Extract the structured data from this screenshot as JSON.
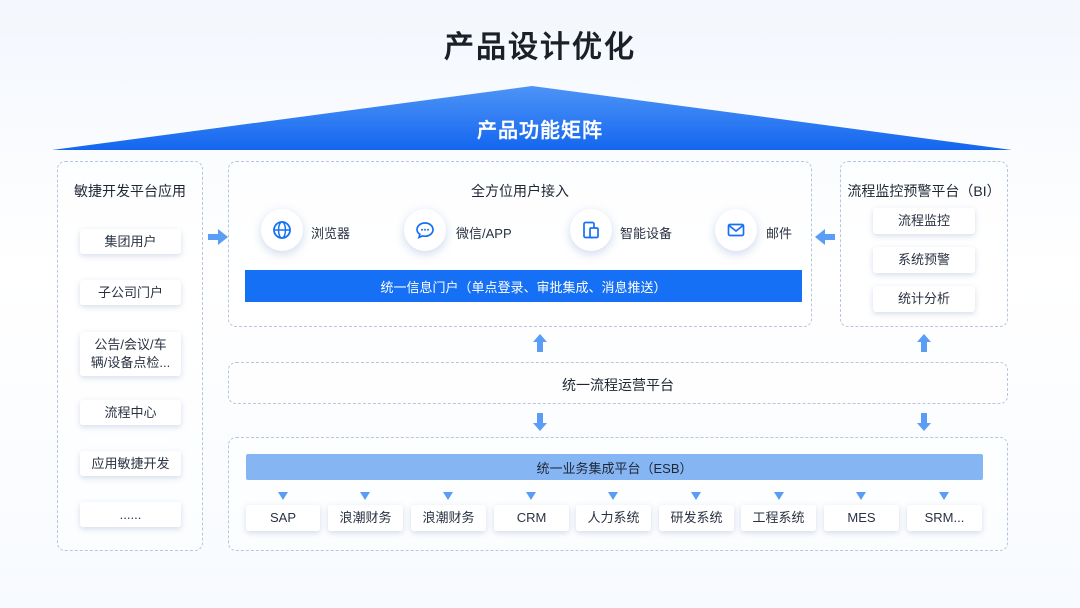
{
  "title": "产品设计优化",
  "roof_label": "产品功能矩阵",
  "colors": {
    "primary": "#1670f5",
    "esb": "#86b5f4",
    "arrow": "#5b9cf5",
    "roof": "#1a72f0"
  },
  "left_panel": {
    "title": "敏捷开发平台应用",
    "items": [
      "集团用户",
      "子公司门户",
      "公告/会议/车\n辆/设备点检...",
      "流程中心",
      "应用敏捷开发",
      "......"
    ]
  },
  "access": {
    "title": "全方位用户接入",
    "channels": [
      {
        "icon": "globe-icon",
        "label": "浏览器"
      },
      {
        "icon": "chat-icon",
        "label": "微信/APP"
      },
      {
        "icon": "device-icon",
        "label": "智能设备"
      },
      {
        "icon": "mail-icon",
        "label": "邮件"
      }
    ],
    "portal": "统一信息门户（单点登录、审批集成、消息推送）"
  },
  "bi": {
    "title": "流程监控预警平台（BI）",
    "items": [
      "流程监控",
      "系统预警",
      "统计分析"
    ]
  },
  "process_platform": "统一流程运营平台",
  "esb": {
    "title": "统一业务集成平台（ESB）",
    "systems": [
      "SAP",
      "浪潮财务",
      "浪潮财务",
      "CRM",
      "人力系统",
      "研发系统",
      "工程系统",
      "MES",
      "SRM..."
    ]
  }
}
